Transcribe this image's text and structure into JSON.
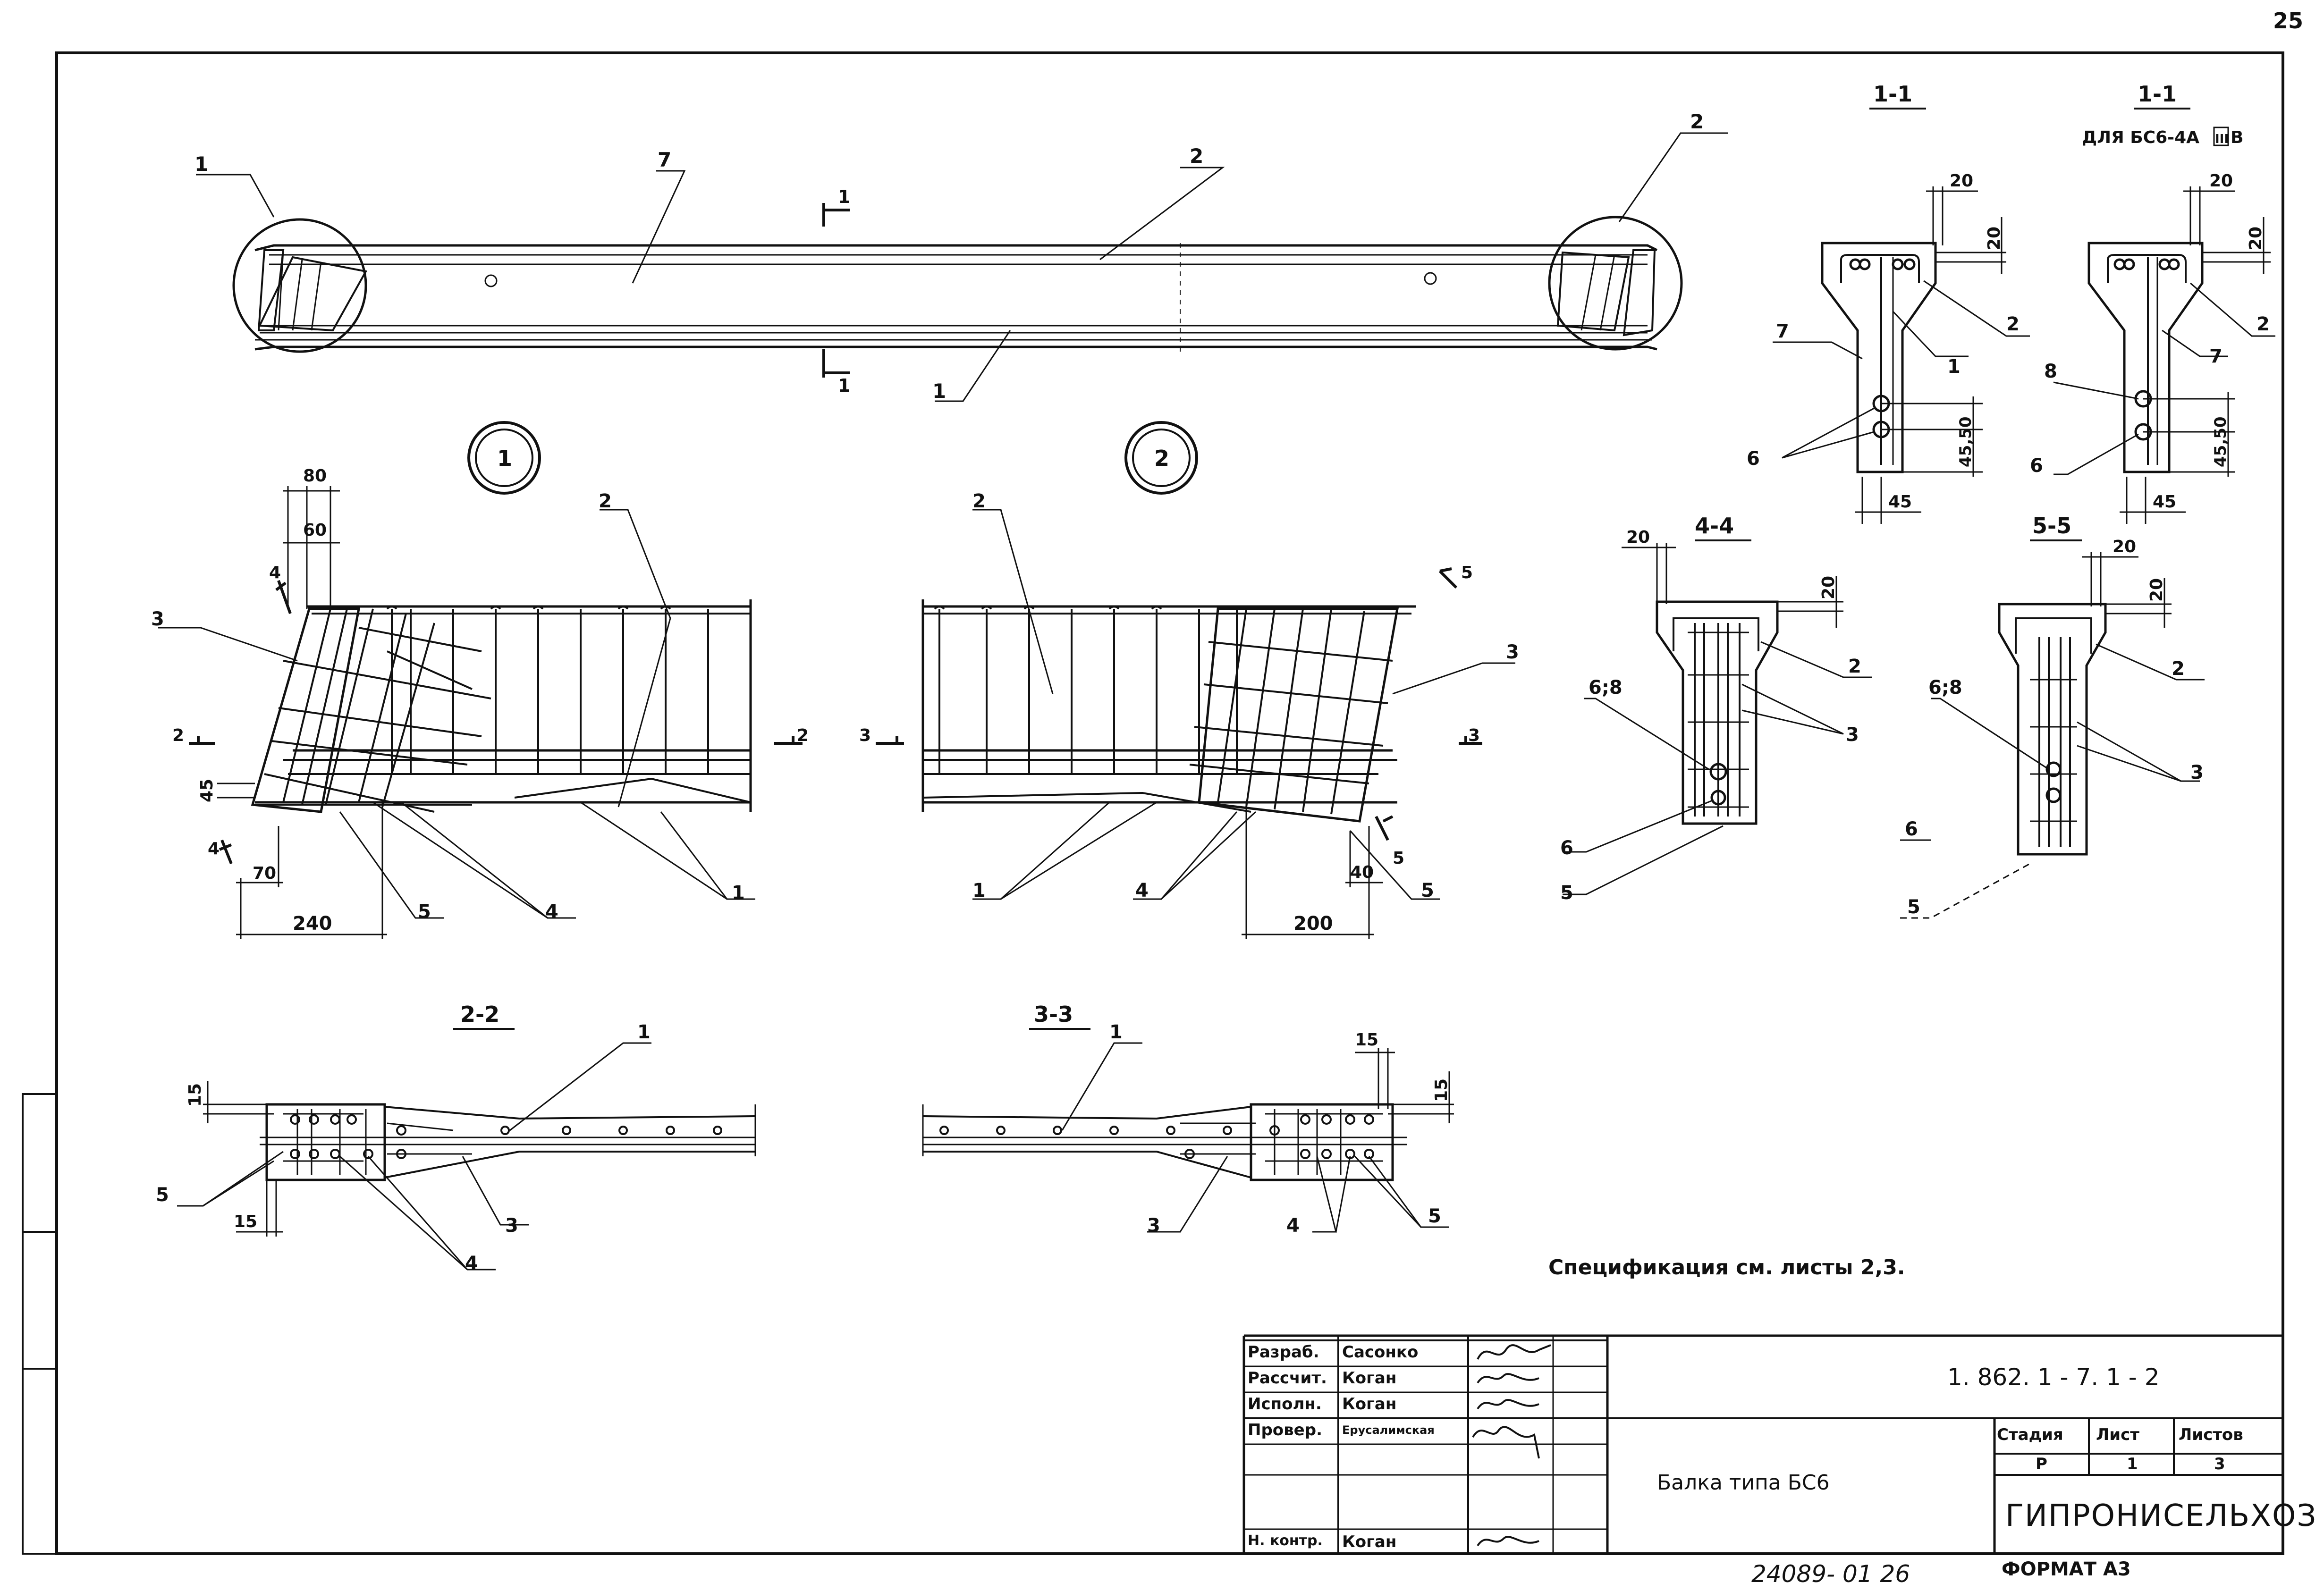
{
  "sheet": {
    "page_number": "25",
    "format": "ФОРМАТ А3",
    "archive_number": "24089- 01  26"
  },
  "labels": {
    "n1": "1",
    "n2": "2",
    "n3": "3",
    "n4": "4",
    "n5": "5",
    "n6": "6",
    "n7": "7",
    "n8": "8",
    "n68": "6;8",
    "n11": "1",
    "n22": "2",
    "callout_1": "1",
    "callout_2": "2"
  },
  "sections": {
    "s11": "1-1",
    "s11b": "1-1",
    "s11b_note": "ДЛЯ  БС6-4А",
    "s11b_note_tail": "III",
    "s11b_note_end": "В",
    "s44": "4-4",
    "s55": "5-5",
    "s22": "2-2",
    "s33": "3-3"
  },
  "dims": {
    "d20": "20",
    "d45": "45",
    "d4550": "45,50",
    "d80": "80",
    "d60": "60",
    "d70": "70",
    "d240": "240",
    "d200": "200",
    "d40": "40",
    "d15": "15"
  },
  "spec_note": "Спецификация  см.  листы  2,3.",
  "title_block": {
    "roles": [
      "Разраб.",
      "Рассчит.",
      "Исполн.",
      "Провер.",
      "",
      "",
      "Н. контр."
    ],
    "names": [
      "Сасонко",
      "Коган",
      "Коган",
      "Ерусалимская",
      "",
      "",
      "Коган"
    ],
    "code": "1. 862. 1 - 7. 1 - 2",
    "title": "Балка  типа  БС6",
    "stage_header": "Стадия",
    "sheet_header": "Лист",
    "sheets_header": "Листов",
    "stage": "Р",
    "sheet": "1",
    "sheets": "3",
    "org": "ГИПРОНИСЕЛЬХОЗ"
  }
}
